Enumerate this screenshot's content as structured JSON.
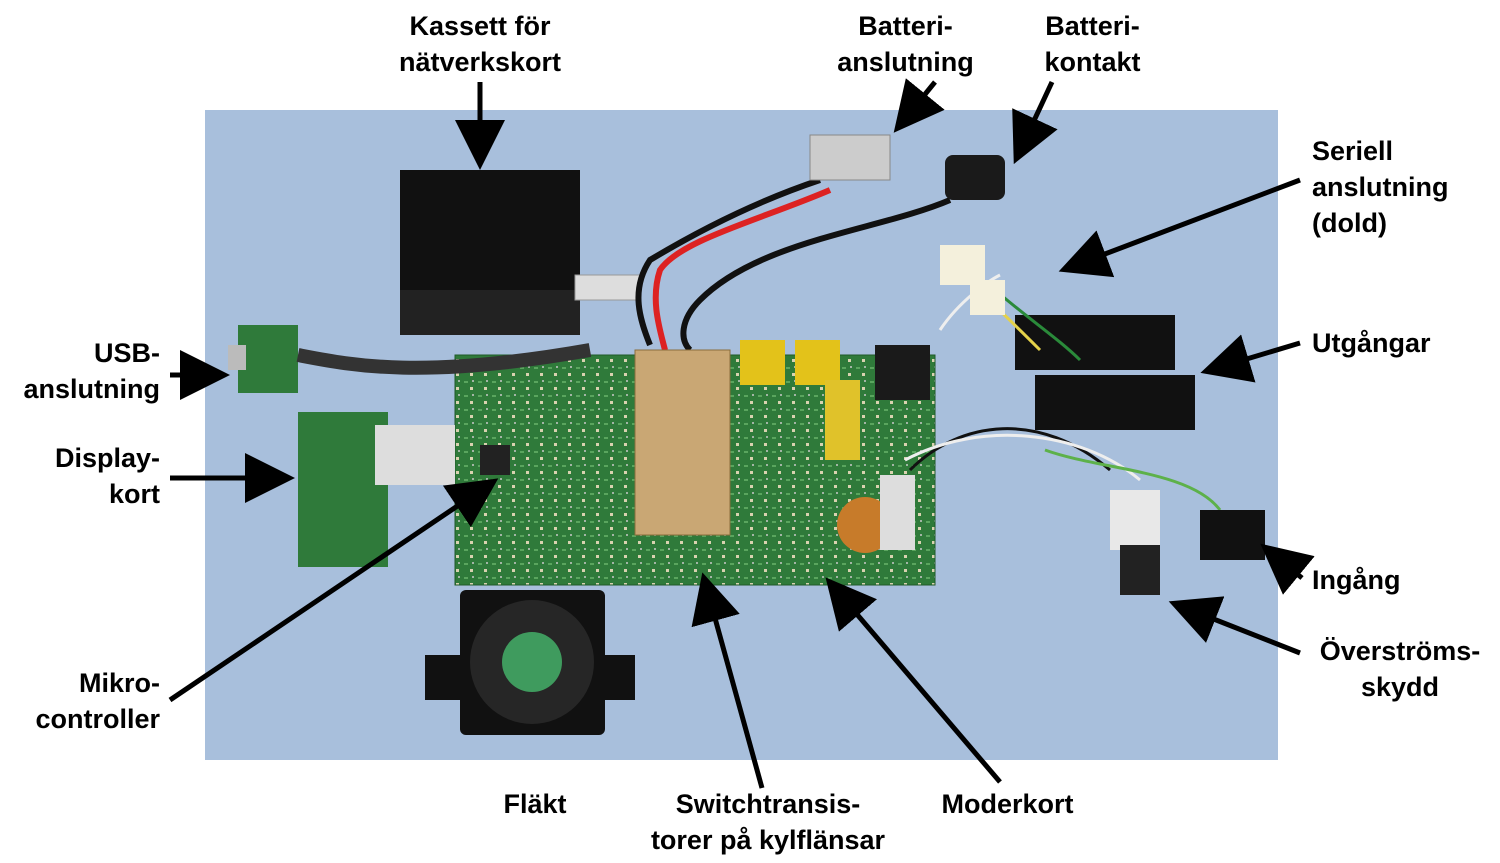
{
  "labels": {
    "kassett": [
      "Kassett för",
      "nätverkskort"
    ],
    "batteri_anslutning": [
      "Batteri-",
      "anslutning"
    ],
    "batteri_kontakt": [
      "Batteri-",
      "kontakt"
    ],
    "seriell": [
      "Seriell",
      "anslutning",
      "(dold)"
    ],
    "utgangar": [
      "Utgångar"
    ],
    "usb": [
      "USB-",
      "anslutning"
    ],
    "display": [
      "Display-",
      "kort"
    ],
    "mikro": [
      "Mikro-",
      "controller"
    ],
    "ingang": [
      "Ingång"
    ],
    "overstroms": [
      "Överströms-",
      "skydd"
    ],
    "flakt": [
      "Fläkt"
    ],
    "switch": [
      "Switchtransis-",
      "torer på kylflänsar"
    ],
    "moderkort": [
      "Moderkort"
    ]
  },
  "colors": {
    "backdrop": "#a8bfdc",
    "pcb": "#2f7a3a",
    "arrow": "#000000"
  }
}
